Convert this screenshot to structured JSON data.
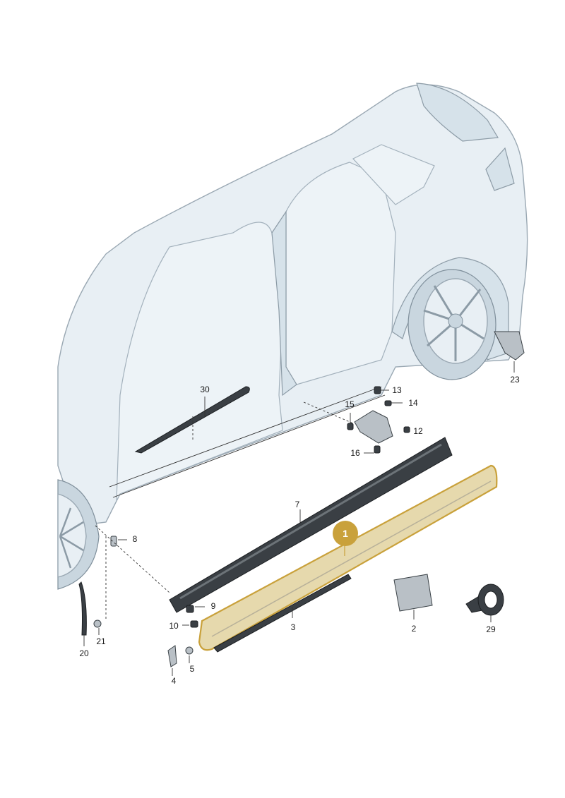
{
  "diagram": {
    "callouts": [
      {
        "id": "30",
        "label": "30"
      },
      {
        "id": "13",
        "label": "13"
      },
      {
        "id": "14",
        "label": "14"
      },
      {
        "id": "15",
        "label": "15"
      },
      {
        "id": "12",
        "label": "12"
      },
      {
        "id": "16",
        "label": "16"
      },
      {
        "id": "23",
        "label": "23"
      },
      {
        "id": "7",
        "label": "7"
      },
      {
        "id": "8",
        "label": "8"
      },
      {
        "id": "9",
        "label": "9"
      },
      {
        "id": "10",
        "label": "10"
      },
      {
        "id": "3",
        "label": "3"
      },
      {
        "id": "2",
        "label": "2"
      },
      {
        "id": "29",
        "label": "29"
      },
      {
        "id": "21",
        "label": "21"
      },
      {
        "id": "20",
        "label": "20"
      },
      {
        "id": "5",
        "label": "5"
      },
      {
        "id": "4",
        "label": "4"
      }
    ],
    "highlight": {
      "label": "1",
      "color": "#c9a13b"
    }
  }
}
